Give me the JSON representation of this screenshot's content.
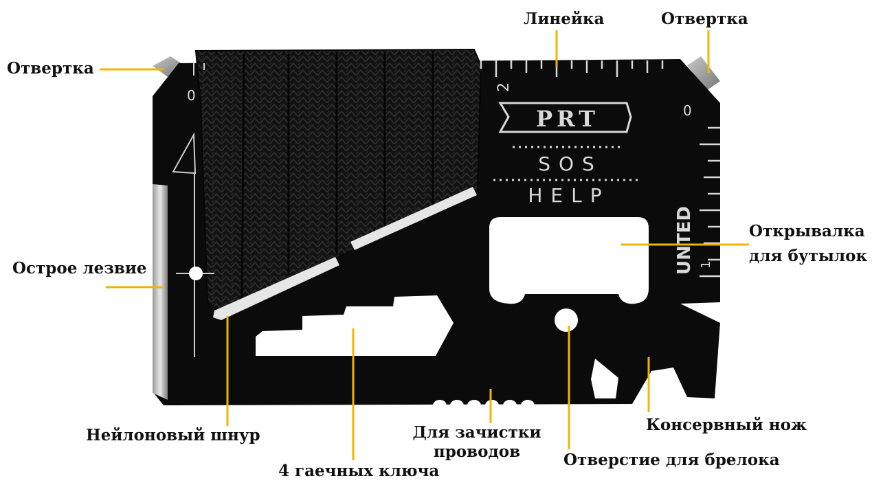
{
  "card": {
    "brand": "PRT",
    "line1": "SOS",
    "line2": "HELP",
    "vertical_text": "UNTED",
    "ruler_marks": [
      "0",
      "2",
      "0",
      "1"
    ]
  },
  "labels": {
    "screwdriver_left": "Отвертка",
    "ruler": "Линейка",
    "screwdriver_right": "Отвертка",
    "bottle_opener_1": "Открывалка",
    "bottle_opener_2": "для бутылок",
    "sharp_blade": "Острое лезвие",
    "nylon_cord": "Нейлоновый шнур",
    "wrenches": "4 гаечных ключа",
    "wire_stripper_1": "Для зачистки",
    "wire_stripper_2": "проводов",
    "keyring_hole": "Отверстие для брелока",
    "can_opener": "Консервный нож"
  },
  "colors": {
    "leader": "#f2b400",
    "card": "#0b0b0b",
    "engraving": "#d9d9d9",
    "text": "#111111"
  }
}
